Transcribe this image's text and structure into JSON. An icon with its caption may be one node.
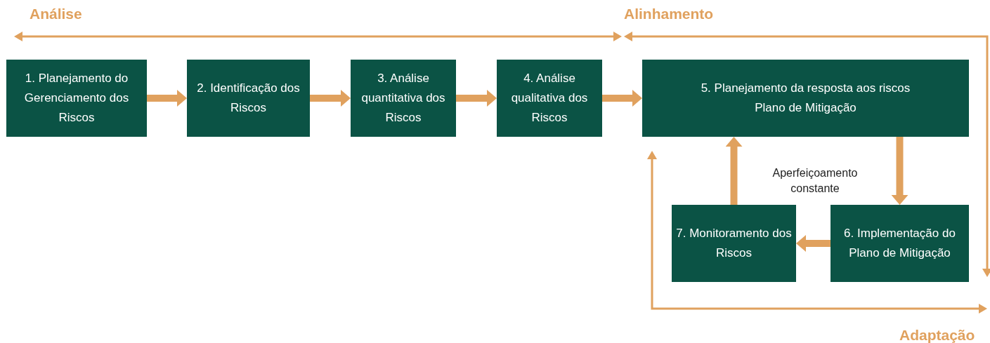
{
  "diagram": {
    "nodes": [
      {
        "text": [
          "1. Planejamento do Gerenciamento dos Riscos"
        ]
      },
      {
        "text": [
          "2. Identificação dos Riscos"
        ]
      },
      {
        "text": [
          "3. Análise quantitativa dos Riscos"
        ]
      },
      {
        "text": [
          "4. Análise qualitativa dos Riscos"
        ]
      },
      {
        "text": [
          "5. Planejamento da resposta aos riscos",
          "Plano de Mitigação"
        ]
      },
      {
        "text": [
          "6. Implementação do Plano de Mitigação"
        ]
      },
      {
        "text": [
          "7. Monitoramento dos Riscos"
        ]
      }
    ],
    "edges": [
      {
        "from": 0,
        "to": 1,
        "arrow": "to"
      },
      {
        "from": 1,
        "to": 2,
        "arrow": "to"
      },
      {
        "from": 2,
        "to": 3,
        "arrow": "to"
      },
      {
        "from": 3,
        "to": 4,
        "arrow": "to"
      },
      {
        "from": 4,
        "to": 5,
        "arrow": "to"
      },
      {
        "from": 5,
        "to": 6,
        "arrow": "to"
      },
      {
        "from": 6,
        "to": 4,
        "arrow": "to"
      }
    ],
    "labels": [
      "Análise",
      "Alinhamento",
      "Aperfeiçoamento constante",
      "Adaptação"
    ]
  }
}
